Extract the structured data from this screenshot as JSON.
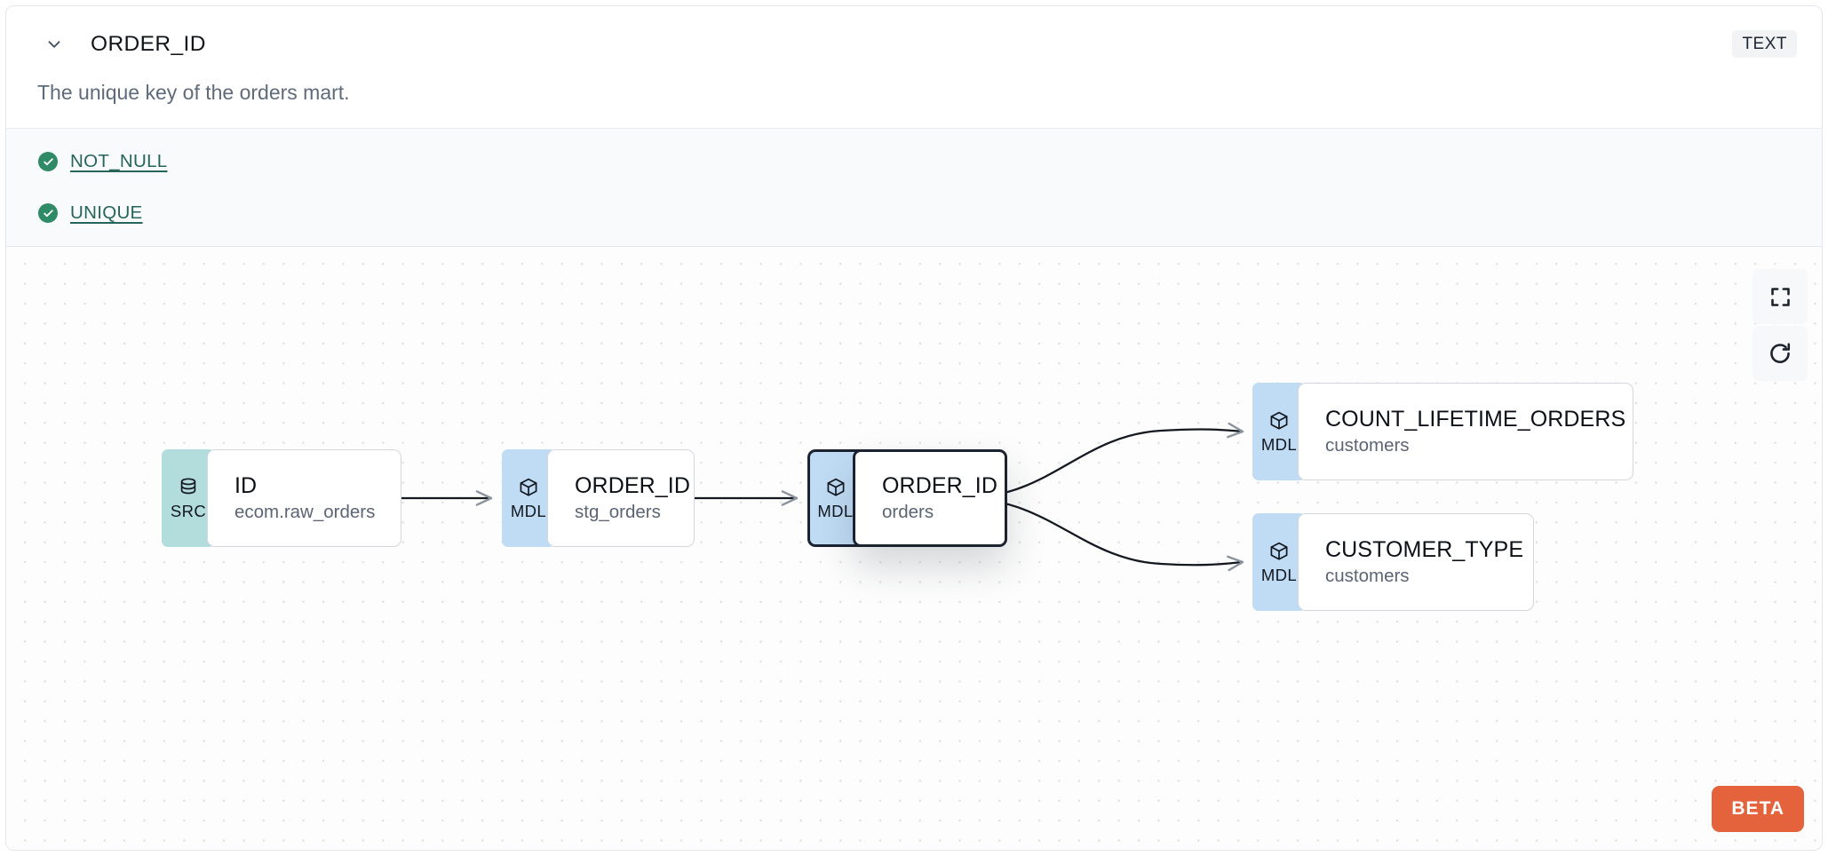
{
  "header": {
    "collapse_icon": "chevron-down-icon",
    "column_name": "ORDER_ID",
    "data_type_badge": "TEXT",
    "description": "The unique key of the orders mart."
  },
  "tests": [
    {
      "icon": "check-circle-icon",
      "label": "NOT_NULL",
      "status": "pass"
    },
    {
      "icon": "check-circle-icon",
      "label": "UNIQUE",
      "status": "pass"
    }
  ],
  "lineage": {
    "nodes": [
      {
        "id": "n-src",
        "badge": "SRC",
        "badge_icon": "database-icon",
        "name": "ID",
        "subtitle": "ecom.raw_orders",
        "selected": false
      },
      {
        "id": "n-stg",
        "badge": "MDL",
        "badge_icon": "cube-icon",
        "name": "ORDER_ID",
        "subtitle": "stg_orders",
        "selected": false
      },
      {
        "id": "n-ord",
        "badge": "MDL",
        "badge_icon": "cube-icon",
        "name": "ORDER_ID",
        "subtitle": "orders",
        "selected": true
      },
      {
        "id": "n-clo",
        "badge": "MDL",
        "badge_icon": "cube-icon",
        "name": "COUNT_LIFETIME_ORDERS",
        "subtitle": "customers",
        "selected": false
      },
      {
        "id": "n-ctp",
        "badge": "MDL",
        "badge_icon": "cube-icon",
        "name": "CUSTOMER_TYPE",
        "subtitle": "customers",
        "selected": false
      }
    ],
    "edges": [
      {
        "from": "n-src",
        "to": "n-stg"
      },
      {
        "from": "n-stg",
        "to": "n-ord"
      },
      {
        "from": "n-ord",
        "to": "n-clo"
      },
      {
        "from": "n-ord",
        "to": "n-ctp"
      }
    ],
    "toolbar": [
      {
        "name": "fit-view-button",
        "icon": "fullscreen-icon"
      },
      {
        "name": "refresh-button",
        "icon": "refresh-icon"
      }
    ],
    "beta_badge": "BETA"
  },
  "colors": {
    "source_badge": "#b3dcdc",
    "model_badge": "#c0dcf4",
    "test_pass": "#2e8b65",
    "test_link": "#26645c",
    "beta": "#e4633c",
    "selected_outline": "#1b2230",
    "canvas": "#fdfdfd",
    "tests_band": "#f8fafb"
  }
}
